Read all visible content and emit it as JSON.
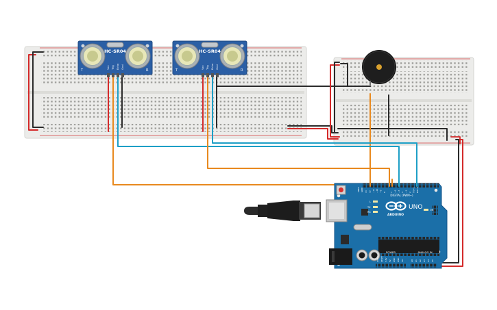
{
  "sensors": [
    {
      "label": "HC-SR04",
      "pins": [
        "Vcc",
        "Trig",
        "Echo",
        "Gnd"
      ],
      "corner_t": "T",
      "corner_r": "R"
    },
    {
      "label": "HC-SR04",
      "pins": [
        "Vcc",
        "Trig",
        "Echo",
        "Gnd"
      ],
      "corner_t": "T",
      "corner_r": "R"
    }
  ],
  "arduino": {
    "logo": "ARDUINO",
    "model": "UNO",
    "digital_label": "DIGITAL (PWM~)",
    "power_label": "POWER",
    "analog_label": "ANALOG IN",
    "aref_label": "AREF",
    "gnd_label": "GND",
    "tx_label": "TX",
    "rx_label": "RX",
    "l_label": "L",
    "on_label": "ON",
    "digital_pins": [
      "13",
      "12",
      "~11",
      "~10",
      "~9",
      "8",
      "7",
      "~6",
      "~5",
      "4",
      "~3",
      "2",
      "TX→1",
      "RX←0"
    ],
    "power_pins": [
      "IOREF",
      "RESET",
      "3.3V",
      "5V",
      "GND",
      "GND",
      "Vin"
    ],
    "analog_pins": [
      "A0",
      "A1",
      "A2",
      "A3",
      "A4",
      "A5"
    ]
  },
  "colors": {
    "wire_red": "#d42a2a",
    "wire_black": "#2b2b2b",
    "wire_orange": "#e8891e",
    "wire_blue": "#1d9fc6",
    "board_blue": "#1b6fa8",
    "sensor_blue": "#2b5fa5",
    "breadboard": "#ececea"
  }
}
